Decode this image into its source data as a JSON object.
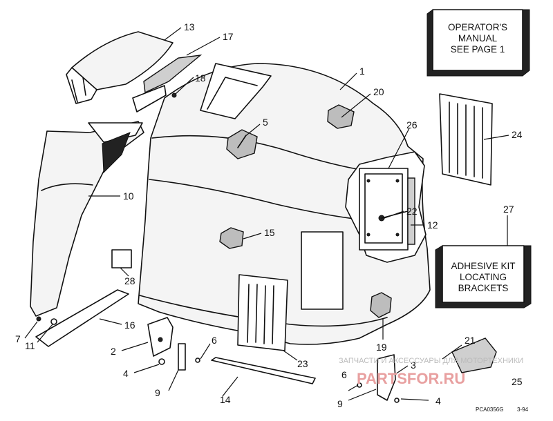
{
  "callouts": {
    "c1": "1",
    "c2": "2",
    "c3": "3",
    "c4a": "4",
    "c4b": "4",
    "c5": "5",
    "c6a": "6",
    "c6b": "6",
    "c7": "7",
    "c9a": "9",
    "c9b": "9",
    "c10": "10",
    "c11": "11",
    "c12": "12",
    "c13": "13",
    "c14": "14",
    "c15": "15",
    "c16": "16",
    "c17": "17",
    "c18": "18",
    "c19": "19",
    "c20": "20",
    "c21": "21",
    "c22": "22",
    "c23": "23",
    "c24": "24",
    "c25": "25",
    "c26": "26",
    "c27": "27",
    "c28": "28"
  },
  "operator_box": {
    "line1": "OPERATOR'S",
    "line2": "MANUAL",
    "line3": "SEE PAGE 1"
  },
  "adhesive_box": {
    "line1": "ADHESIVE KIT",
    "line2": "LOCATING",
    "line3": "BRACKETS"
  },
  "watermark": {
    "line1": "ЗАПЧАСТИ И АКСЕССУАРЫ ДЛЯ МОТОРТЕХНИКИ",
    "line2": "PARTSFOR.RU"
  },
  "figure_code": "PCA0356G",
  "figure_date": "3-94"
}
